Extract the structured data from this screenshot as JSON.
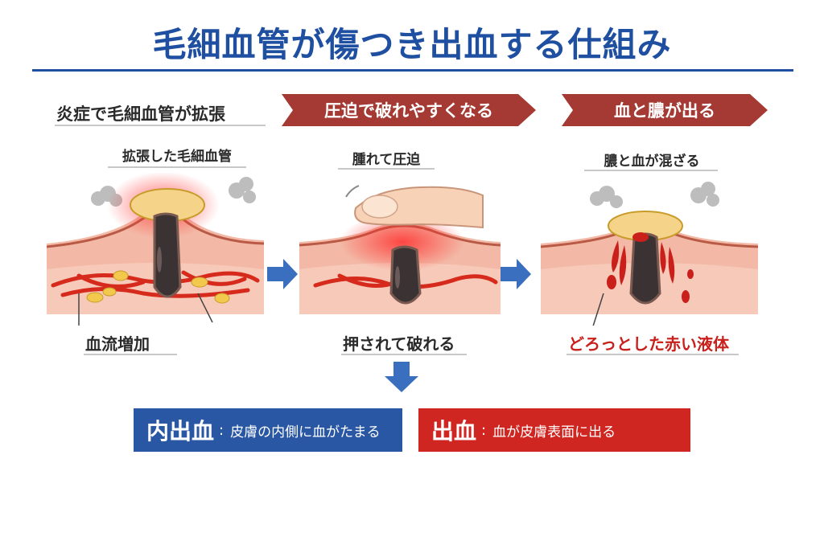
{
  "title": "毛細血管が傷つき出血する仕組み",
  "steps": [
    {
      "heading": "炎症で毛細血管が拡張",
      "sublabel": "拡張した毛細血管",
      "caption": "血流増加"
    },
    {
      "heading": "圧迫で破れやすくなる",
      "sublabel": "腫れて圧迫",
      "caption": "押されて破れる"
    },
    {
      "heading": "血と膿が出る",
      "sublabel": "膿と血が混ざる",
      "caption": "どろっとした赤い液体"
    }
  ],
  "results": {
    "internal": {
      "term": "内出血",
      "colon": ":",
      "desc": "皮膚の内側に血がたまる"
    },
    "external": {
      "term": "出血",
      "colon": ":",
      "desc": "血が皮膚表面に出る"
    }
  },
  "colors": {
    "title_blue": "#1f4fa0",
    "ribbon_red": "#a43a33",
    "box_blue": "#2957a4",
    "box_red": "#cf2621",
    "arrow_blue": "#3a6fbf"
  }
}
